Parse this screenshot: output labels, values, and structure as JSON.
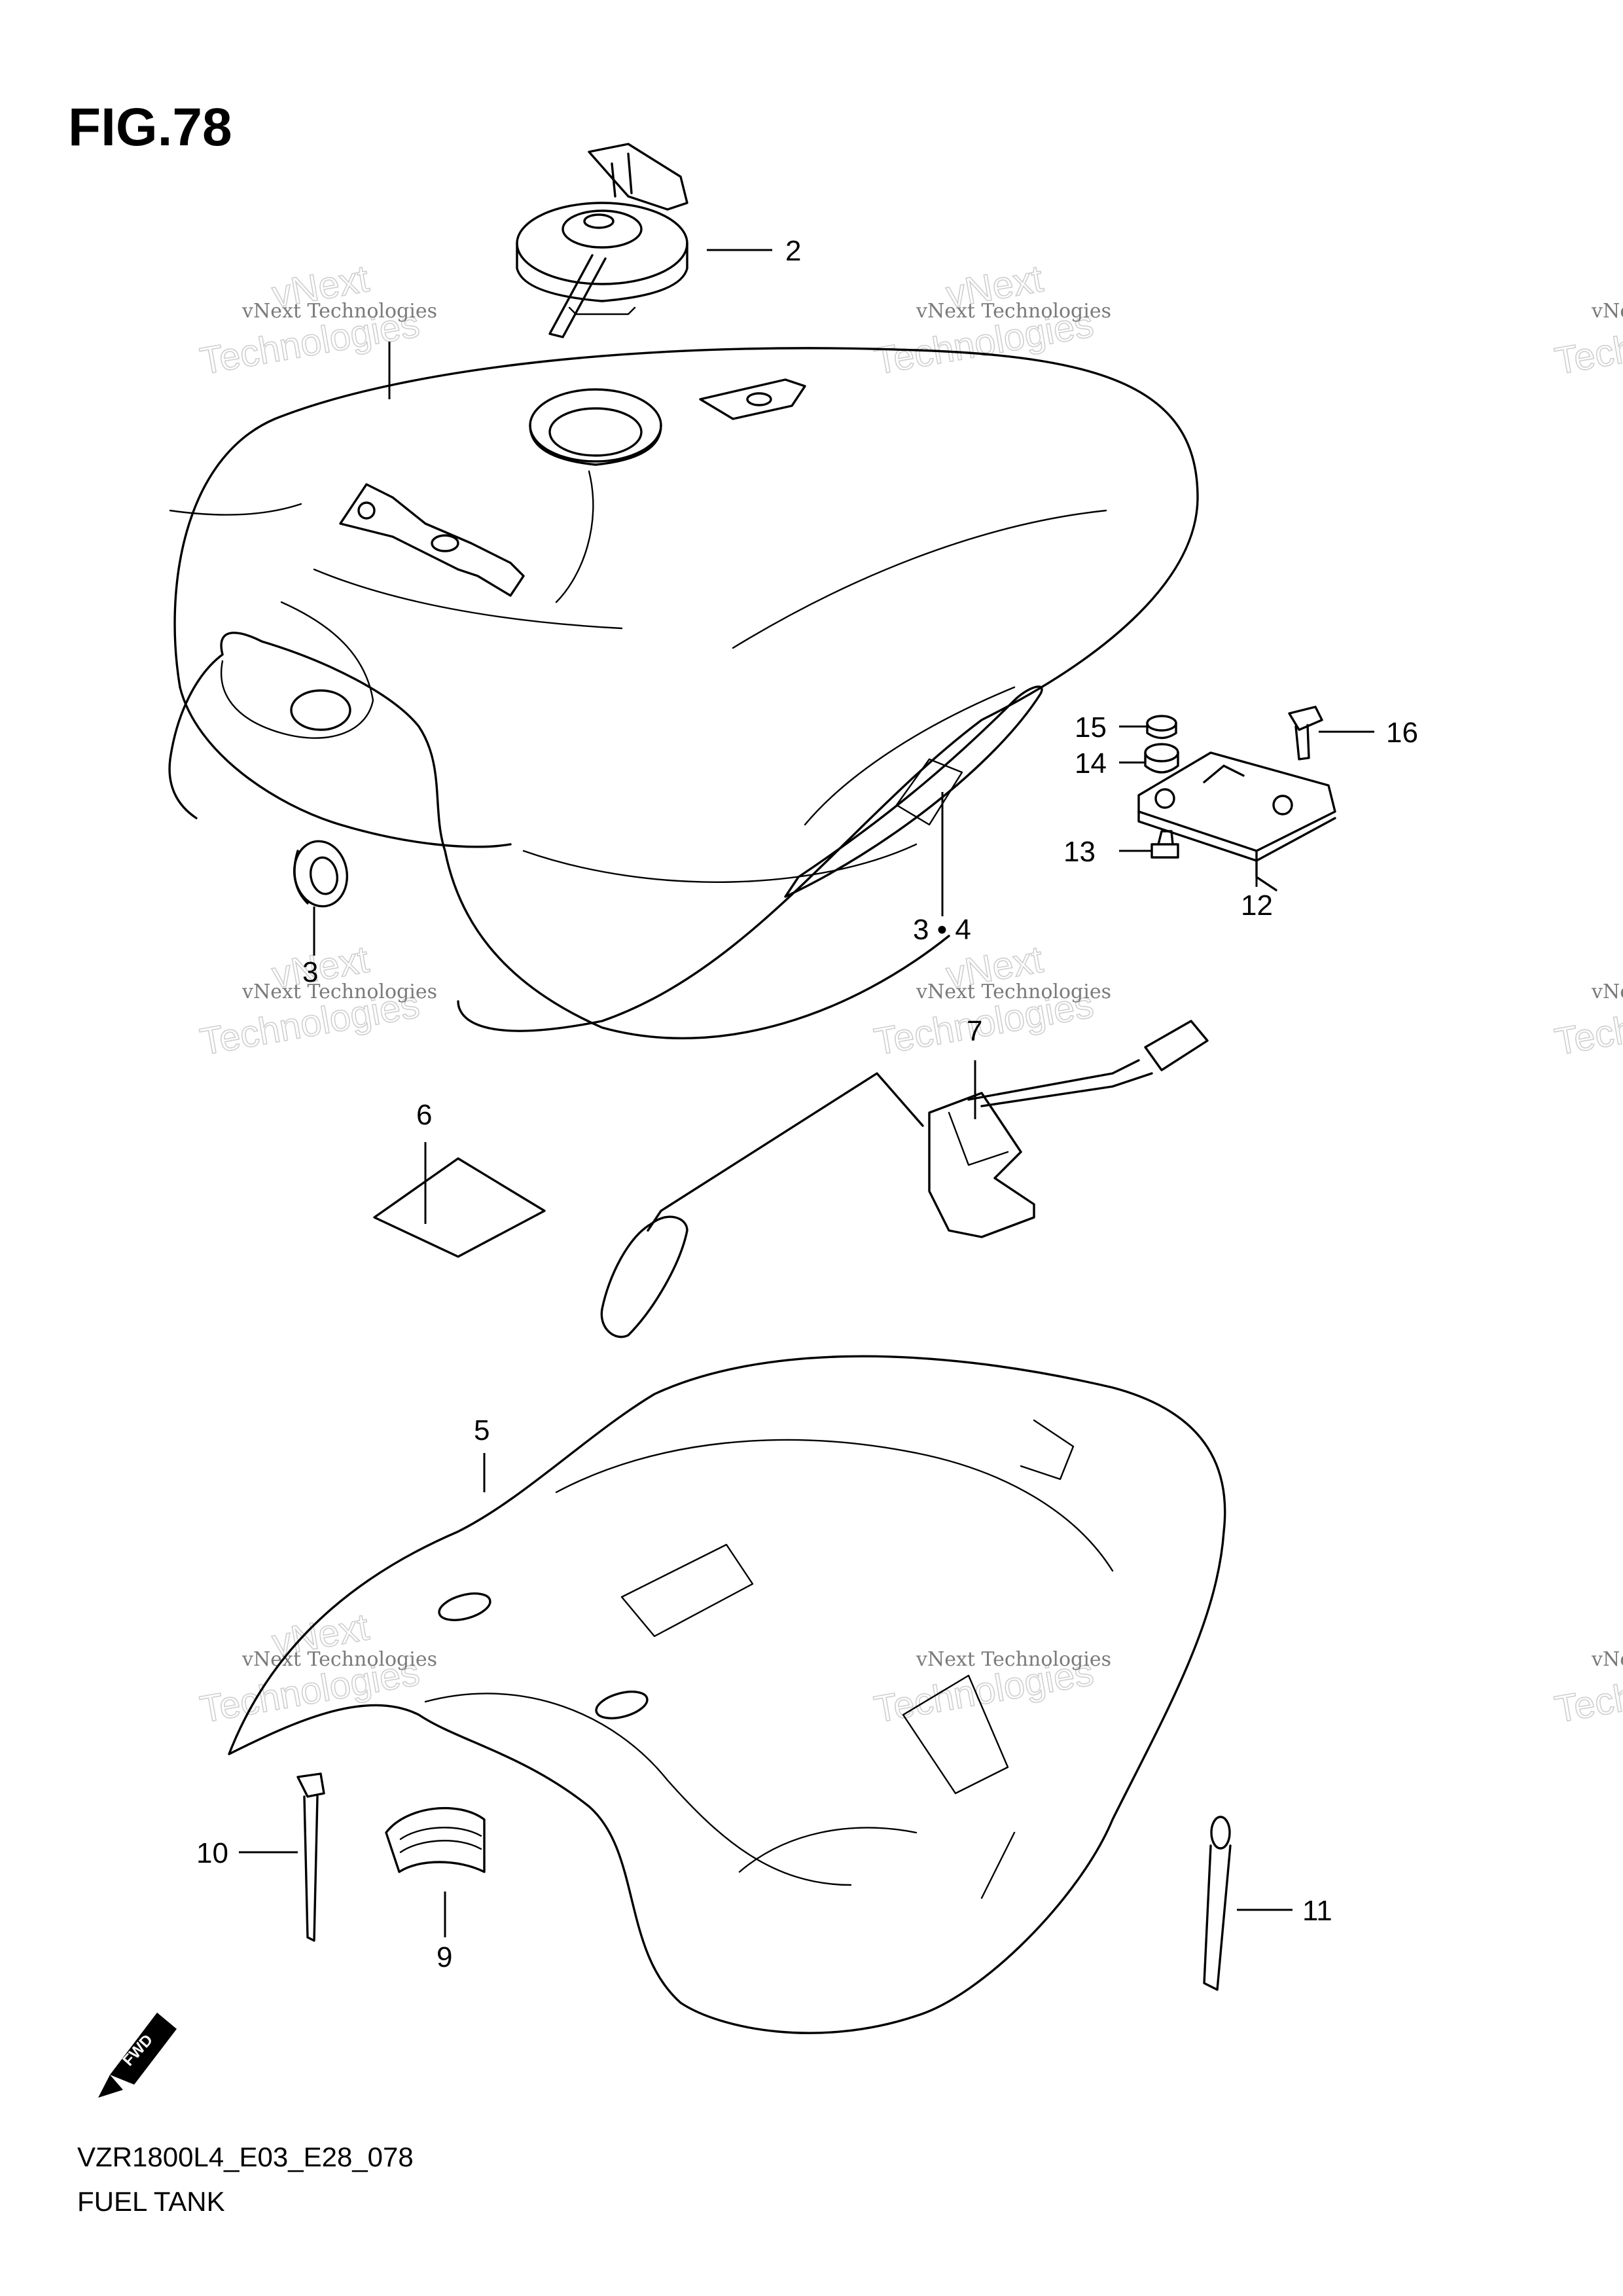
{
  "figure_title": "FIG.78",
  "footer": {
    "model_code": "VZR1800L4_E03_E28_078",
    "section_name": "FUEL TANK"
  },
  "watermark": {
    "line1": "vNext Technologies",
    "line2a": "vNext",
    "line2b": "Technologies"
  },
  "direction_marker": "FWD",
  "callouts": [
    {
      "id": "c2",
      "text": "2"
    },
    {
      "id": "c3",
      "text": "3"
    },
    {
      "id": "c34",
      "text": "3 • 4"
    },
    {
      "id": "c5",
      "text": "5"
    },
    {
      "id": "c6",
      "text": "6"
    },
    {
      "id": "c7",
      "text": "7"
    },
    {
      "id": "c9",
      "text": "9"
    },
    {
      "id": "c10",
      "text": "10"
    },
    {
      "id": "c11",
      "text": "11"
    },
    {
      "id": "c12",
      "text": "12"
    },
    {
      "id": "c13",
      "text": "13"
    },
    {
      "id": "c14",
      "text": "14"
    },
    {
      "id": "c15",
      "text": "15"
    },
    {
      "id": "c16",
      "text": "16"
    }
  ],
  "colors": {
    "ink": "#000000",
    "watermark_text": "#7a7a7a",
    "watermark_outline": "#cfcfcf",
    "paper": "#ffffff"
  }
}
